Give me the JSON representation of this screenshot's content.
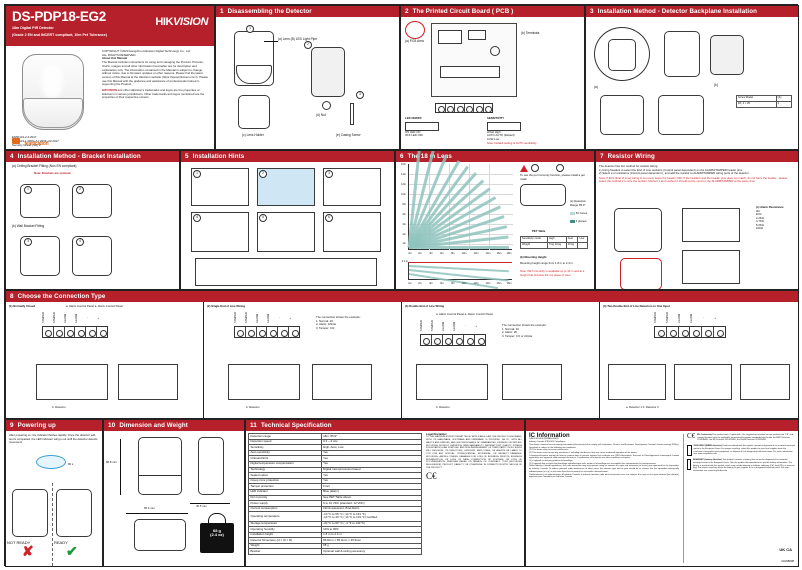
{
  "document": {
    "title": "DS-PDP18-EG2",
    "subtitle_line1": "18m Digital PIR Detector",
    "subtitle_line2": "(Grade 2 EN and INCERT compliant, 10m Pet Tolerance)",
    "brand": "HIKVISION",
    "brand_part1": "HIK",
    "brand_part2": "VISION",
    "copyright": {
      "line1": "COPYRIGHT ©2020 Hangzhou Hikvision Digital Technology Co., Ltd.",
      "line2": "ALL RIGHTS RESERVED.",
      "about_heading": "About this Manual",
      "about_body": "The Manual includes instructions for using and managing the Product. Pictures, charts, images and all other information hereinafter are for description and explanation only. The information contained in the Manual is subject to change, without notice, due to firmware updates or other reasons. Please find the latest version of this Manual at the Hikvision website (https://www.hikvision.com/). Please use this Manual with the guidance and assistance of professionals trained in supporting the Product.",
      "trademark_mark": "HIKVISION",
      "trademark_body": "and other Hikvision's trademarks and logos are the properties of Hikvision in various jurisdictions. Other trademarks and logos mentioned are the properties of their respective owners."
    },
    "certifications": {
      "line1": "EN50131-2-2:2017",
      "line2": "EN50131-1:2006+A1:2009+A2:2017",
      "line3": "Security Grade (SG) 2",
      "line4": "Environmental Class (EC) II",
      "logo": "telefication",
      "certified_by": "Certified by Telefication"
    }
  },
  "panels": [
    {
      "num": "1",
      "title": "Disassembling the Detector"
    },
    {
      "num": "2",
      "title": "The Printed Circuit Board ( PCB )"
    },
    {
      "num": "3",
      "title": "Installation Method - Detector Backplane Installation"
    },
    {
      "num": "4",
      "title": "Installation Method - Bracket Installation"
    },
    {
      "num": "5",
      "title": "Installation Hints"
    },
    {
      "num": "6",
      "title": "The 18 m Lens"
    },
    {
      "num": "7",
      "title": "Resistor Wiring"
    },
    {
      "num": "8",
      "title": "Choose the Connection Type"
    },
    {
      "num": "9",
      "title": "Powering up"
    },
    {
      "num": "10",
      "title": "Dimension and Weight"
    },
    {
      "num": "11",
      "title": "Technical Specification"
    }
  ],
  "panel1": {
    "callout_a": "(a) Lens (B) LED Light Pipe",
    "callout_b": "(c) Lens Holder",
    "callout_c": "(d) Nut",
    "callout_d": "(e) Casing Screw",
    "step1": "1",
    "step2": "2",
    "step3": "3"
  },
  "panel2": {
    "pcb_label": "(a) PCB Area",
    "terminals_label": "(b) Terminals",
    "led_title": "LED ON/OFF",
    "dip_title": "LED ON/OFF",
    "terminal_names": [
      "TAMPER",
      "TAMPER",
      "ALARM",
      "ALARM",
      "-",
      "+"
    ],
    "dip_rows": [
      {
        "label": "ON",
        "value": "LED ON"
      },
      {
        "label": "OFF",
        "value": "LED OFF"
      }
    ],
    "sens_title": "SENSITIVITY",
    "sens_rows": [
      {
        "label": "HIGH",
        "value": "High"
      },
      {
        "label": "AUTO",
        "value": "AUTO (Default)"
      },
      {
        "label": "LOW",
        "value": "Low"
      }
    ],
    "note": "Note: Default setting is AUTO sensitivity."
  },
  "panel3": {
    "screw_table_header": [
      "Screw Model",
      "Qty"
    ],
    "screw_rows": [
      [
        "PA, 4 × 25",
        "4"
      ]
    ],
    "note_a": "(a)",
    "note_b": "(b)"
  },
  "panel4": {
    "caption_a": "(a) Ceiling Bracket Fitting (Non EN compliant)",
    "caption_b": "(b) Wall Bracket Fitting",
    "note": "Note: Brackets are optional.",
    "steps": [
      "1",
      "2",
      "3",
      "4"
    ]
  },
  "panel5": {
    "hints": [
      "1",
      "2",
      "3",
      "4",
      "5",
      "6"
    ]
  },
  "panel6": {
    "pet_table_title": "PET Table",
    "pet_headers": [
      "Sensitivity mode",
      "High",
      "Auto",
      "Low"
    ],
    "pet_row_label": "Weight",
    "pet_values": [
      "5 kg 10 kg",
      "10 kg",
      "-"
    ],
    "legend_detection": "(a) Detection Range 85.9°",
    "legend_zones": "52 zones",
    "legend_planes": "4 planes",
    "mounting_title": "(b) Mounting Height",
    "mounting_body": "Mounting height range from 1.8 m to 2.4 m.",
    "mounting_note": "Note: PET immunity is available up to 10 m and at a height that is below the top plane of view.",
    "pet_install_note": "To use the pet immunity function, please install a pet mask.",
    "y_ticks": [
      "16m",
      "14m",
      "12m",
      "10m",
      "8m",
      "6m",
      "4m",
      "2m",
      "1m"
    ],
    "x_ticks": [
      "1m",
      "2m",
      "4m",
      "6m",
      "8m",
      "10m",
      "12m",
      "14m",
      "16m",
      "18m"
    ],
    "side_height": "2.4 m",
    "side_x_ticks": [
      "1m",
      "2m",
      "4m",
      "6m",
      "8m",
      "10m",
      "12m",
      "14m",
      "16m",
      "18m"
    ]
  },
  "panel7": {
    "intro": "The detector has two method for resistor wiring:",
    "method1": "1) Using headers to select the End of Line resistors (Control panel dependent) on the ALARM/TAMPER header pins.",
    "method2": "2) Select a or resistance (Control panel dependent ), and add the resistor to ALARM/TAMPER wiring ports of the detector.",
    "note": "Note: If EOL (End of Line) wiring is not used, leave the header OFF. If the headers and the header pins does not match, do not force the header - please select the method 2 to wire the resistor. Method 1 and method 2 should not be used on the ALARM/TAMPER at the same time.",
    "legend_title": "(c) Alarm Resistance",
    "resistance_values": [
      "0Ω",
      "1KΩ",
      "2.2KΩ",
      "4.7KΩ",
      "5.6KΩ",
      "10KΩ"
    ]
  },
  "panel8": {
    "sections": [
      {
        "title": "(1) Normally Closed",
        "subtitle": "a. Alarm Control Panel a. Alarm Control Panel",
        "terminal_labels": [
          "TAMPER",
          "TAMPER",
          "ALARM",
          "ALARM",
          "-",
          "+"
        ],
        "block_labels": [
          "TAMPER",
          "ALARM"
        ],
        "panel_rows": [
          [
            "TMP",
            "TMP"
          ],
          [
            "ZONE",
            "ZONE"
          ],
          [
            "COM",
            "COM"
          ],
          [
            "12V",
            "12V"
          ]
        ],
        "caption": "b. Detector"
      },
      {
        "title": "(2) Single End of Line Wiring",
        "note_title": "The connection shows the example:",
        "notes": [
          "1. Normal: 1K",
          "2. Alarm: Infinite",
          "3. Tamper: 0 Ω"
        ],
        "terminal_labels": [
          "TAMPER",
          "TAMPER",
          "ALARM",
          "ALARM",
          "-",
          "+"
        ],
        "caption": "b. Detector"
      },
      {
        "title": "(3) Double End of Line Wiring",
        "subtitle": "a. Alarm Control Panel a. Alarm Control Panel",
        "note_title": "The connection shows the example:",
        "notes": [
          "1. Normal: 1K",
          "2. Alarm: 2K",
          "3. Tamper: 3 K or infinite"
        ],
        "terminal_labels": [
          "TAMPER",
          "TAMPER",
          "ALARM",
          "ALARM",
          "-",
          "+"
        ],
        "caption": "b. Detector"
      },
      {
        "title": "(4) Two Double End of Line Detectors to One Input",
        "terminal_labels": [
          "TAMPER",
          "TAMPER",
          "ALARM",
          "ALARM",
          "-",
          "+"
        ],
        "caption": "a. Detector 1 b.  Detector 2"
      }
    ]
  },
  "panel9": {
    "body": "After powering on, the indicator flashes rapidly. Once the detector self-test is completed, the LED indicator will go out until the detector detects movement.",
    "label_not_ready": "NOT READY",
    "label_ready": "READY",
    "icon_not_ready": "✘",
    "icon_ready": "✔",
    "arrow_label": "90 s"
  },
  "panel10": {
    "height": "86.8 mm",
    "depth": "45.5 mm",
    "width": "65.4 mm",
    "weight_line1": "68 g",
    "weight_line2": "(2.4 oz)"
  },
  "panel11": {
    "rows": [
      [
        "Detection range",
        "18m,  85.9°"
      ],
      [
        "Detection speed",
        "0.3 ~ 2 m/s"
      ],
      [
        "Sensitivity",
        "High, Auto, Low"
      ],
      [
        "Auto sensitivity",
        "Yes"
      ],
      [
        "Onboard EOL",
        "Yes"
      ],
      [
        "Digital temperature compensation",
        "Yes"
      ],
      [
        "Technology",
        "Digital microprocessor based"
      ],
      [
        "Sealed optics",
        "Yes"
      ],
      [
        "Creep zone protection",
        "Yes"
      ],
      [
        "Tamper protection",
        "Front"
      ],
      [
        "LED indicator",
        "Blue (alarm)"
      ],
      [
        "Pet immunity",
        "See PET Table above"
      ],
      [
        "Power supply",
        "9 to  16 VDC (standard: 12 VDC)"
      ],
      [
        "Current consumption",
        "12mA quiescent, 8mA Alarm"
      ],
      [
        "Operating temperature",
        "-10 °C to 55 °C ( 14 °F to 131 °F)\n-10 °C to 40 °C ( 14 °F to 104 °F) Certified"
      ],
      [
        "Storage temperature",
        "-20 °C to 60 °C ( -4 °F to 140 °F)"
      ],
      [
        "Operating humidity",
        "10% to 90%"
      ],
      [
        "Installation height",
        "1.8 m to 2.4 m"
      ],
      [
        "Detector Dimension (H × W × D)",
        "86.8mm × 65.4mm × 45.5mm"
      ],
      [
        "Weight",
        "68 g"
      ],
      [
        "Bracket",
        "Optional wall & ceiling accessory"
      ]
    ],
    "legal_heading": "Legal Disclaimer",
    "legal_body": "TO THE MAXIMUM EXTENT PERMITTED BY APPLICABLE LAW, THE PRODUCT DESCRIBED, WITH ITS HARDWARE, SOFTWARE AND FIRMWARE, IS PROVIDED \"AS IS\", WITH ALL FAULTS AND ERRORS, AND HIKVISION MAKES NO WARRANTIES, EXPRESS OR IMPLIED, INCLUDING WITHOUT LIMITATION, MERCHANTABILITY, SATISFACTORY QUALITY, FITNESS FOR A PARTICULAR PURPOSE, AND NON-INFRINGEMENT OF THIRD PARTY. IN NO EVENT WILL HIKVISION, ITS DIRECTORS, OFFICERS, EMPLOYEES, OR AGENTS BE LIABLE TO YOU FOR ANY SPECIAL, CONSEQUENTIAL, INCIDENTAL, OR INDIRECT DAMAGES, INCLUDING, AMONG OTHERS, DAMAGES FOR LOSS OF BUSINESS PROFITS, BUSINESS INTERRUPTION, OR LOSS OF DATA, CORRUPTION OF SYSTEMS, OR LOSS OF DOCUMENTATION, WHETHER BASED ON BREACH OF CONTRACT, TORT (INCLUDING NEGLIGENCE), PRODUCT LIABILITY, OR OTHERWISE, IN CONNECTION WITH THE USE OF THE PRODUCT."
  },
  "ic": {
    "heading": "IC Information",
    "body_lines": [
      "CAN ICES-003 (B)/NMB-003(B)",
      "Industry Canada ICES-003 Compliance",
      "This device contains licence-exempt transmitter(s)/receiver(s) that comply with Innovation, Science and Economic Development Canada's licence-exempt RSS(s). Operation is subject to the following two conditions:",
      "(1) This device may not cause interference.",
      "(2) This device must accept any interference, including interference that may cause undesired operation of the device.",
      "L'émetteur/récepteur exempt de licence contenu dans le présent appareil est conforme aux CNR d'Innovation, Sciences et Développement économique Canada applicables aux appareils radio exempts de licence. L'exploitation est autorisée aux deux conditions suivantes :",
      "(1) L'appareil ne doit pas produire de brouillage;",
      "(2) L'appareil doit accepter tout brouillage radioélectrique subi, même si le brouillage est susceptible d'en compromettre le fonctionnement.",
      "Under Industry Canada regulations, this radio transmitter may only operate using an antenna of a type and maximum (or lesser) gain approved for the transmitter by Industry Canada. To reduce potential radio interference to other users, the antenna type and its gain should be so chosen that the equivalent isotropically radiated power (e.i.r.p.) is not more than that necessary for successful communication.",
      "Conformément à la réglementation d'Industrie Canada, le présent émetteur radio peut fonctionner avec une antenne d'un type et d'un gain maximal (ou inférieur) approuvé pour l'émetteur par Industrie Canada."
    ],
    "eu_heading": "EU Conformity",
    "eu_body": "This product and - if applicable - the supplied accessories too are marked with \"CE\" and comply therefore with the applicable harmonized European standards listed under the EMC Directive 2014/30/EU, the RE Directive 2014/53/EU, the RoHS Directive 2011/65/EU.",
    "weee_heading": "2012/19/EU (WEEE directive)",
    "weee_body": "Products marked with this symbol cannot be disposed of as unsorted municipal waste in the European Union. For proper recycling, return this product to your local supplier upon the purchase of equivalent new equipment, or dispose of it at designated collection points. For more information see: www.recyclethis.info",
    "battery_heading": "2006/66/EC (battery directive)",
    "battery_body": "This product contains a battery that cannot be disposed of as unsorted municipal waste in the European Union. See the product documentation for specific battery information. The battery is marked with this symbol, which may include lettering to indicate cadmium (Cd), lead (Pb), or mercury (Hg). For proper recycling, return the battery to your supplier or to a designated collection point. For more information see: www.recyclethis.info",
    "ukca": "UK CA",
    "code": "UD26880B"
  },
  "colors": {
    "header_red": "#b5202a",
    "accent_orange": "#e06a1e",
    "beam_teal": "#8fc3bd",
    "ok_green": "#1a9a3c",
    "bad_red": "#d01f26"
  }
}
